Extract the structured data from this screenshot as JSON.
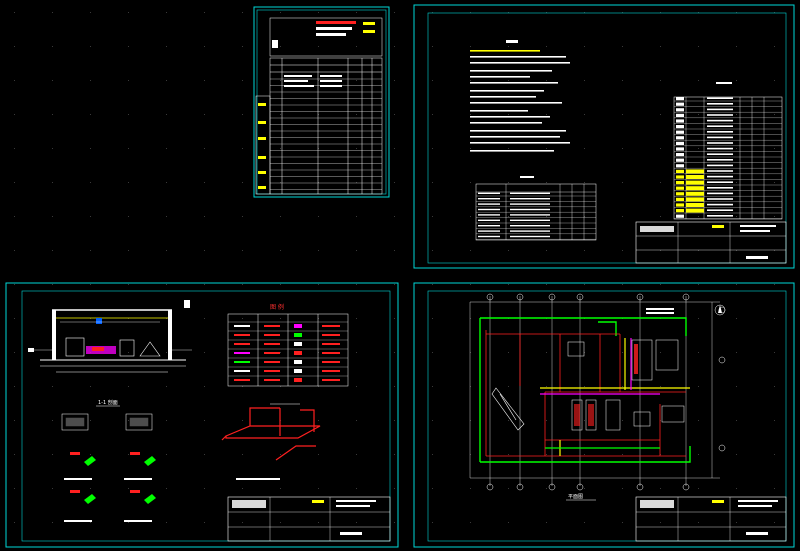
{
  "canvas": {
    "background": "#000000"
  },
  "colors": {
    "frame": "#00d8d8",
    "wall": "#00ff00",
    "pipe": "#ff2020",
    "pipe_alt": "#ff00ff",
    "text": "#ffffff",
    "highlight": "#ffff00",
    "duct": "#00a0ff"
  },
  "sheets": [
    {
      "id": "index-sheet",
      "kind": "drawing-index"
    },
    {
      "id": "notes-sheet",
      "kind": "design-notes"
    },
    {
      "id": "section-sheet",
      "kind": "section-and-details"
    },
    {
      "id": "plan-sheet",
      "kind": "floor-plan"
    }
  ],
  "labels": {
    "section_caption": "1-1 剖面",
    "plan_caption": "平面图",
    "legend_title": "图 例"
  }
}
